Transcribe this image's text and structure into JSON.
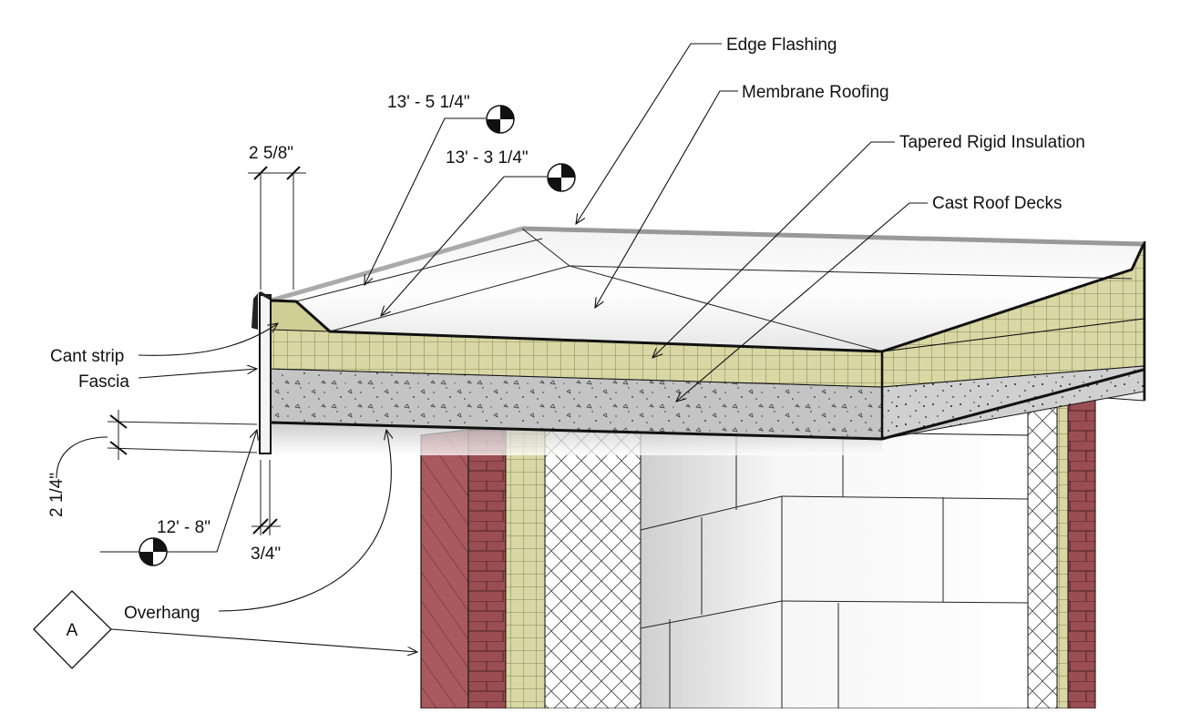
{
  "labels": {
    "edge_flashing": "Edge Flashing",
    "membrane_roofing": "Membrane Roofing",
    "tapered_rigid_insulation": "Tapered Rigid Insulation",
    "cast_roof_decks": "Cast Roof Decks",
    "cant_strip": "Cant strip",
    "fascia": "Fascia",
    "overhang": "Overhang"
  },
  "elevations": {
    "top": "13' - 5 1/4\"",
    "mid": "13' - 3 1/4\"",
    "bottom": "12' - 8\""
  },
  "dimensions": {
    "flashing_width": "2 5/8\"",
    "fascia_drop": "2 1/4\"",
    "fascia_thickness": "3/4\""
  },
  "section_tag": "A",
  "colors": {
    "insulation": "#d9d7a3",
    "concrete": "#c4c4c4",
    "brick": "#a85a5e",
    "block": "#f1f1f1",
    "membrane": "#fafafa"
  }
}
